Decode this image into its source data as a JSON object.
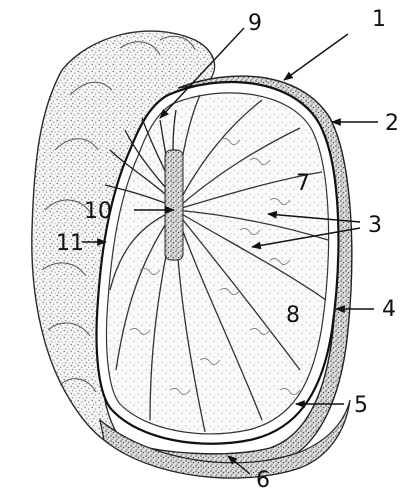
{
  "labels": {
    "l1": "1",
    "l2": "2",
    "l3": "3",
    "l4": "4",
    "l5": "5",
    "l6": "6",
    "l7": "7",
    "l8": "8",
    "l9": "9",
    "l10": "10",
    "l11": "11"
  },
  "colors": {
    "ink": "#111111",
    "stipple": "#6b6b6b",
    "tissue": "#f4f4f4"
  }
}
